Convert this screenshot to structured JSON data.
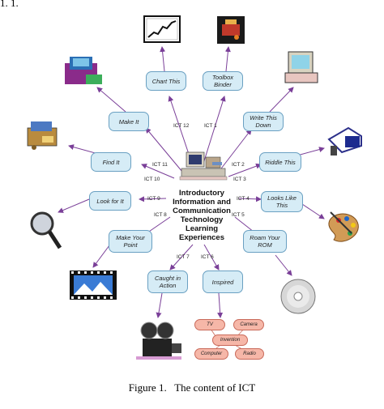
{
  "figure_ref": "1. 1.",
  "caption": "Figure 1.   The content of ICT",
  "center": {
    "lines": [
      "Introductory",
      "Information and",
      "Communication",
      "Technology",
      "Learning",
      "Experiences"
    ]
  },
  "topics": [
    {
      "label": "Chart This",
      "ict": "ICT 12"
    },
    {
      "label": "Toolbox Binder",
      "ict": "ICT 1"
    },
    {
      "label": "Make It",
      "ict": "ICT 11"
    },
    {
      "label": "Write This Down",
      "ict": "ICT 2"
    },
    {
      "label": "Find It",
      "ict": "ICT 10"
    },
    {
      "label": "Riddle This",
      "ict": "ICT 3"
    },
    {
      "label": "Look for It",
      "ict": "ICT 9"
    },
    {
      "label": "Looks Like This",
      "ict": "ICT 4"
    },
    {
      "label": "Make Your Point",
      "ict": "ICT 8"
    },
    {
      "label": "Roam Your ROM",
      "ict": "ICT 5"
    },
    {
      "label": "Caught in Action",
      "ict": "ICT 7"
    },
    {
      "label": "Inspired",
      "ict": "ICT 6"
    }
  ],
  "media_pills": [
    "TV",
    "Camera",
    "Invention",
    "Computer",
    "Radio"
  ],
  "colors": {
    "node_fill": "#d6ecf6",
    "node_border": "#6aa0c2",
    "arrow": "#7a3f98",
    "pill_fill": "#f6b7a8"
  },
  "icons": [
    "line-chart-icon",
    "toolbox-icon",
    "computer-workstation-icon",
    "mailbox-icon",
    "crafts-icon",
    "speaker-folder-icon",
    "magnifier-icon",
    "paint-palette-icon",
    "film-strip-icon",
    "cd-disc-icon",
    "movie-camera-icon",
    "desktop-computer-icon"
  ]
}
